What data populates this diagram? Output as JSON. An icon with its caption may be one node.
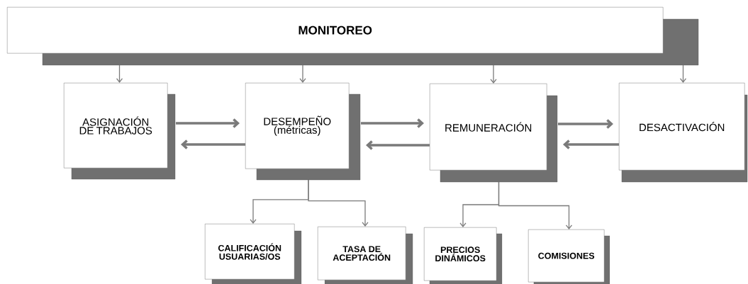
{
  "diagram": {
    "nodes": [
      {
        "text": [
          "MONITOREO"
        ]
      },
      {
        "text": [
          "ASIGNACIÓN DE TRABAJOS"
        ]
      },
      {
        "text": [
          "DESEMPEÑO",
          "(métricas)"
        ]
      },
      {
        "text": [
          "REMUNERACIÓN"
        ]
      },
      {
        "text": [
          "DESACTIVACIÓN"
        ]
      },
      {
        "text": [
          "CALIFICACIÓN USUARIAS/OS"
        ]
      },
      {
        "text": [
          "TASA DE ACEPTACIÓN"
        ]
      },
      {
        "text": [
          "PRECIOS DINÁMICOS"
        ]
      },
      {
        "text": [
          "COMISIONES"
        ]
      }
    ],
    "edges": [
      {
        "from": 0,
        "to": 1,
        "arrow": "to"
      },
      {
        "from": 0,
        "to": 2,
        "arrow": "to"
      },
      {
        "from": 0,
        "to": 3,
        "arrow": "to"
      },
      {
        "from": 0,
        "to": 4,
        "arrow": "to"
      },
      {
        "from": 1,
        "to": 2,
        "arrow": "to",
        "style": "thick"
      },
      {
        "from": 2,
        "to": 1,
        "arrow": "to",
        "style": "thick"
      },
      {
        "from": 2,
        "to": 3,
        "arrow": "to",
        "style": "thick"
      },
      {
        "from": 3,
        "to": 2,
        "arrow": "to",
        "style": "thick"
      },
      {
        "from": 3,
        "to": 4,
        "arrow": "to",
        "style": "thick"
      },
      {
        "from": 4,
        "to": 3,
        "arrow": "to",
        "style": "thick"
      },
      {
        "from": 2,
        "to": 5,
        "arrow": "to"
      },
      {
        "from": 2,
        "to": 6,
        "arrow": "to"
      },
      {
        "from": 3,
        "to": 7,
        "arrow": "to"
      },
      {
        "from": 3,
        "to": 8,
        "arrow": "to"
      }
    ]
  }
}
